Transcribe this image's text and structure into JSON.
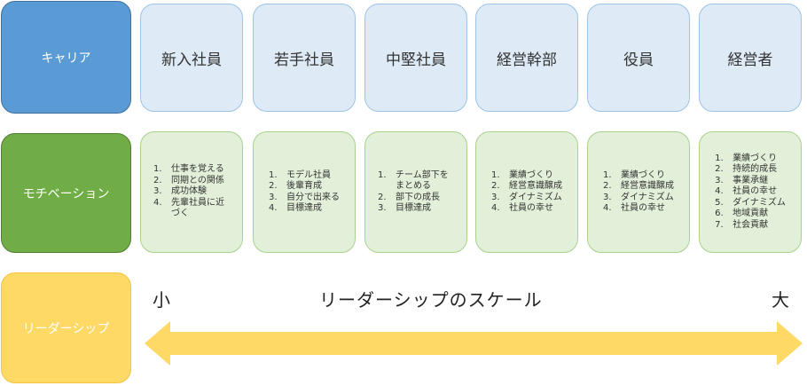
{
  "rows": {
    "career": "キャリア",
    "motivation": "モチベーション",
    "leadership": "リーダーシップ"
  },
  "colors": {
    "career_head": "#5b9bd5",
    "motivation_head": "#70ad47",
    "leadership_head": "#ffd966",
    "arrow": "#ffd966"
  },
  "columns": [
    {
      "career": "新入社員",
      "motivation": [
        "仕事を覚える",
        "同期との関係",
        "成功体験",
        "先輩社員に近づく"
      ]
    },
    {
      "career": "若手社員",
      "motivation": [
        "モデル社員",
        "後輩育成",
        "自分で出来る",
        "目標達成"
      ]
    },
    {
      "career": "中堅社員",
      "motivation": [
        "チーム部下をまとめる",
        "部下の成長",
        "目標達成"
      ]
    },
    {
      "career": "経営幹部",
      "motivation": [
        "業績づくり",
        "経営意識醸成",
        "ダイナミズム",
        "社員の幸せ"
      ]
    },
    {
      "career": "役員",
      "motivation": [
        "業績づくり",
        "経営意識醸成",
        "ダイナミズム",
        "社員の幸せ"
      ]
    },
    {
      "career": "経営者",
      "motivation": [
        "業績づくり",
        "持続的成長",
        "事業承継",
        "社員の幸せ",
        "ダイナミズム",
        "地域貢献",
        "社会貢献"
      ]
    }
  ],
  "scale": {
    "title": "リーダーシップのスケール",
    "small": "小",
    "large": "大"
  }
}
